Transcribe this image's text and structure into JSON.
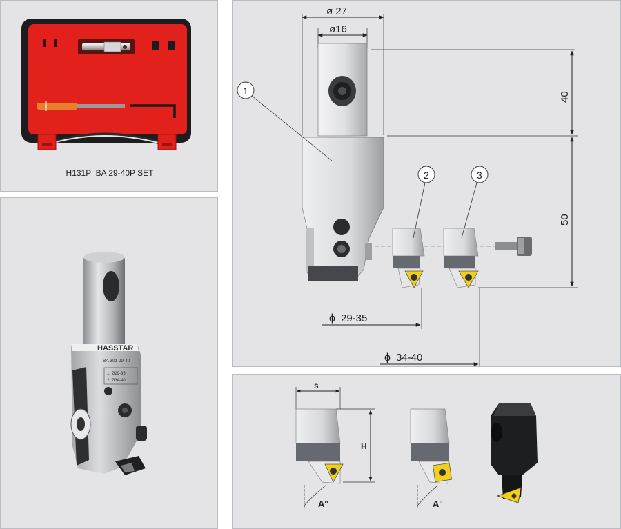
{
  "case_panel": {
    "caption": "H131P  BA 29-40P SET"
  },
  "photo_panel": {
    "brand_logo": "HASSTAR",
    "engraving_model": "BA 301 29-40",
    "engraving_line1": "1. Ø29-35",
    "engraving_line2": "2. Ø34-40"
  },
  "drawing_panel": {
    "dim_outer_diameter": "ø 27",
    "dim_shank_diameter": "ø16",
    "dim_shank_length": "40",
    "dim_body_length": "50",
    "callout_1": "1",
    "callout_2": "2",
    "callout_3": "3",
    "dim_range_1": "29-35",
    "dim_range_2": "34-40",
    "diameter_symbol": "ϕ"
  },
  "inserts_panel": {
    "label_s": "s",
    "label_h": "H",
    "angle_label_1": "A°",
    "angle_label_2": "A°"
  },
  "colors": {
    "panel_bg": "#e4e4e6",
    "case_red": "#e3211c",
    "insert_yellow": "#f1d01a",
    "steel_light": "#eef0f2",
    "steel_dark": "#45474d",
    "black_part": "#1c1e1f"
  }
}
